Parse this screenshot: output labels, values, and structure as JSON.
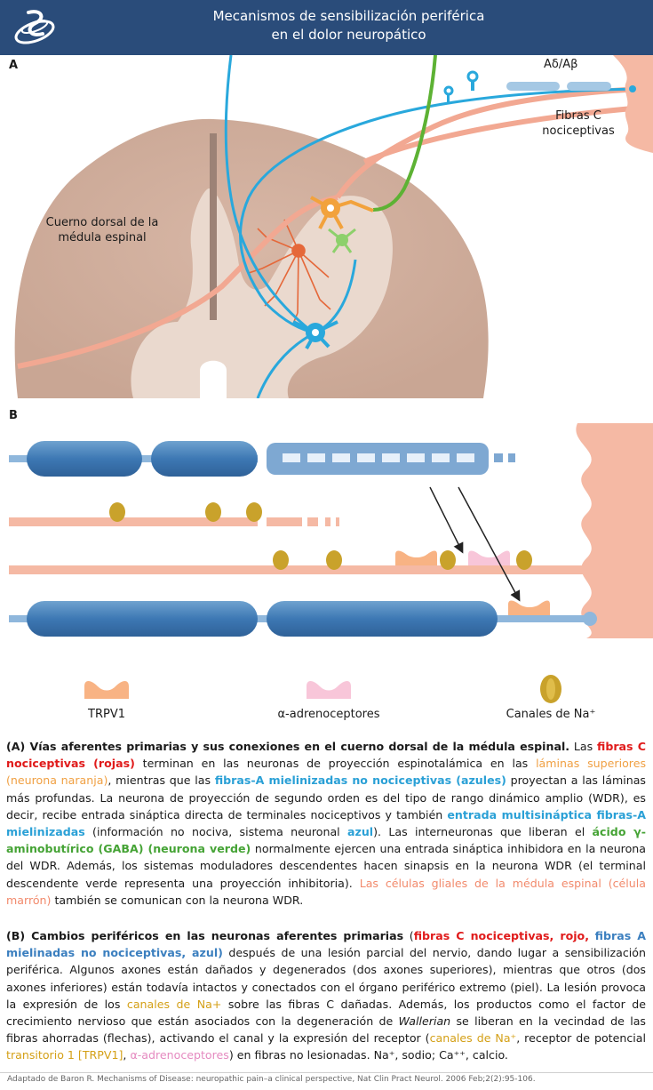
{
  "header": {
    "title_line1": "Mecanismos de sensibilización periférica",
    "title_line2": "en el dolor neuropático",
    "logo_icon": "logo-icon",
    "bg_color": "#2a4c7a"
  },
  "panel_a": {
    "letter": "A",
    "label_ad_ab": "Aδ/Aβ",
    "label_fibras_c_1": "Fibras C",
    "label_fibras_c_2": "nociceptivas",
    "label_cuerno_1": "Cuerno dorsal de la",
    "label_cuerno_2": "médula espinal"
  },
  "panel_b": {
    "letter": "B"
  },
  "legend": {
    "trpv1": "TRPV1",
    "adreno": "α-adrenoceptores",
    "na": "Canales de Na⁺"
  },
  "text_a": {
    "p1": "(A) Vías aferentes primarias y sus conexiones en el cuerno dorsal de la médula espinal.",
    "p2": " Las ",
    "p3": "fibras C nociceptivas (rojas)",
    "p4": " terminan en las neuronas de proyección espinotalámica en las ",
    "p5": "láminas superiores (neurona naranja)",
    "p6": ", mientras que las ",
    "p7": "fibras-A mielinizadas no nociceptivas (azules)",
    "p8": " proyectan a las láminas más profundas. La neurona de proyección de segundo orden es del tipo de rango dinámico amplio (WDR), es decir, recibe entrada sináptica directa de terminales nociceptivos y también ",
    "p9": "entrada multisináptica fibras-A mielinizadas",
    "p10": " (información no nociva, sistema neuronal ",
    "p11": "azul",
    "p12": "). Las interneuronas que liberan el ",
    "p13": "ácido γ-aminobutírico (GABA) (neurona verde)",
    "p14": " normalmente ejercen una entrada sináptica inhibidora en la neurona del WDR. Además, los sistemas moduladores descendentes hacen sinapsis en la neurona WDR (el terminal descendente verde representa una proyección inhibitoria). ",
    "p15": "Las células gliales de la médula espinal (célula marrón)",
    "p16": " también se comunican con la neurona WDR."
  },
  "text_b": {
    "p1": "(B) Cambios periféricos en las neuronas aferentes primarias",
    "p2": " (",
    "p3": "fibras C nociceptivas, rojo,",
    "p4": " ",
    "p5": "fibras A mielinadas no nociceptivas, azul)",
    "p6": " después de una lesión parcial del nervio, dando lugar a sensibilización periférica. Algunos axones están dañados y degenerados (dos axones superiores), mientras que otros (dos axones inferiores) están todavía intactos y conectados con el órgano periférico extremo (piel). La lesión provoca la expresión de los ",
    "p7": "canales de Na+",
    "p8": " sobre las fibras C dañadas. Además, los productos como el factor de crecimiento nervioso que están asociados con la degeneración de ",
    "p9": "Wallerian",
    "p10": " se liberan en la vecindad de las fibras ahorradas (flechas), activando el canal y la expresión del receptor (",
    "p11": "canales de Na⁺",
    "p12": ", receptor de potencial ",
    "p13": "transitorio 1 [TRPV1]",
    "p14": ", ",
    "p15": "α-adrenoceptores",
    "p16": ") en fibras no lesionadas. Na⁺, sodio; Ca⁺⁺, calcio."
  },
  "footer": {
    "citation": "Adaptado de Baron R. Mechanisms of Disease: neuropathic pain–a clinical perspective, Nat Clin Pract Neurol. 2006 Feb;2(2):95-106."
  }
}
